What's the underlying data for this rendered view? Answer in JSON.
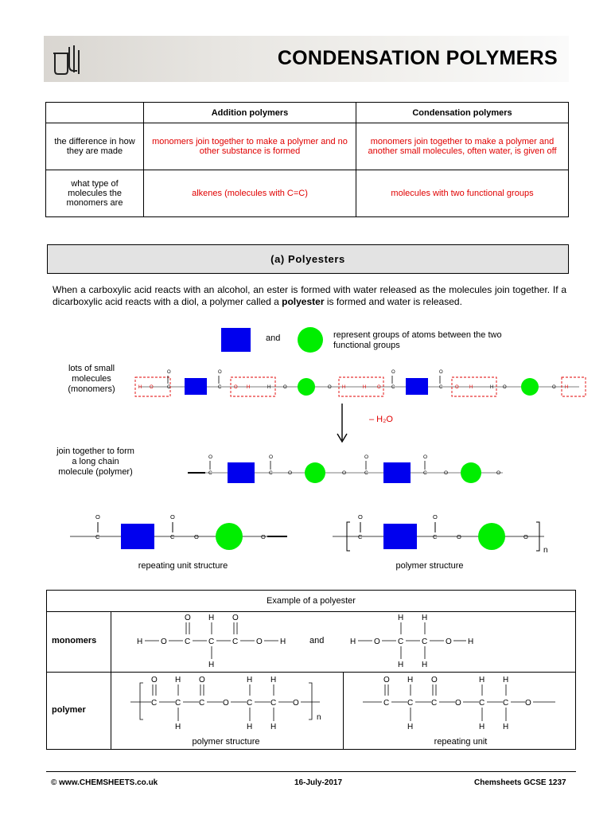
{
  "header": {
    "title": "CONDENSATION POLYMERS",
    "logo_icon": "lab-glassware-icon"
  },
  "comparison": {
    "headers": [
      "",
      "Addition polymers",
      "Condensation polymers"
    ],
    "rows": [
      {
        "label": "the difference in how they are made",
        "addition": "monomers join together to make a polymer and no other substance is formed",
        "condensation": "monomers join together to make a polymer and another small molecules, often water, is given off"
      },
      {
        "label": "what type of molecules the monomers are",
        "addition": "alkenes (molecules with C=C)",
        "condensation": "molecules with two functional groups"
      }
    ]
  },
  "section": {
    "title": "(a) Polyesters"
  },
  "intro": {
    "part1": "When a carboxylic acid reacts with an alcohol, an ester is formed with water released as the molecules join together. If a dicarboxylic acid reacts with a diol, a polymer called a ",
    "bold": "polyester",
    "part2": " is formed and water is released."
  },
  "legend": {
    "and": "and",
    "text": "represent groups of atoms between the two functional groups",
    "square_color": "#0000ee",
    "circle_color": "#00ee00"
  },
  "diagram": {
    "monomers_label": "lots of small molecules (monomers)",
    "minus_water": "– H₂O",
    "polymer_label": "join together to form a long chain molecule (polymer)",
    "repeating_unit_label": "repeating unit structure",
    "polymer_structure_label": "polymer structure",
    "atom_o": "O",
    "atom_c": "C",
    "atom_h": "H",
    "subscript_n": "n"
  },
  "example": {
    "title": "Example of a polyester",
    "monomers_label": "monomers",
    "and": "and",
    "polymer_label": "polymer",
    "polymer_structure": "polymer structure",
    "repeating_unit": "repeating unit"
  },
  "footer": {
    "website": "© www.CHEMSHEETS.co.uk",
    "date": "16-July-2017",
    "ref": "Chemsheets GCSE 1237"
  }
}
